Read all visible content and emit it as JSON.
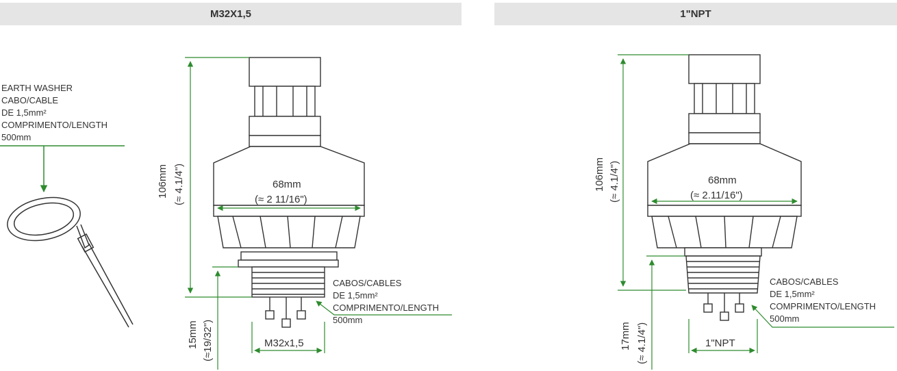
{
  "headers": {
    "left": "M32X1,5",
    "right": "1\"NPT"
  },
  "left_drawing": {
    "washer_note": [
      "EARTH WASHER",
      "CABO/CABLE",
      "DE 1,5mm²",
      "COMPRIMENTO/LENGTH",
      "500mm"
    ],
    "cable_note": [
      "CABOS/CABLES",
      "DE 1,5mm²",
      "COMPRIMENTO/LENGTH",
      "500mm"
    ],
    "height_mm": "106mm",
    "height_in": "(≈ 4.1/4\")",
    "width_mm": "68mm",
    "width_in": "(≈ 2 11/16\")",
    "thread_mm": "15mm",
    "thread_in": "(≈19/32\")",
    "thread_label": "M32x1,5"
  },
  "right_drawing": {
    "cable_note": [
      "CABOS/CABLES",
      "DE 1,5mm²",
      "COMPRIMENTO/LENGTH",
      "500mm"
    ],
    "height_mm": "106mm",
    "height_in": "(≈ 4.1/4\")",
    "width_mm": "68mm",
    "width_in": "(≈ 2.11/16\")",
    "thread_mm": "17mm",
    "thread_in": "(≈ 4.1/4\")",
    "thread_label": "1\"NPT"
  },
  "colors": {
    "dimension_line": "#2e8b2e",
    "outline": "#333333",
    "header_bg": "#e5e5e5"
  }
}
